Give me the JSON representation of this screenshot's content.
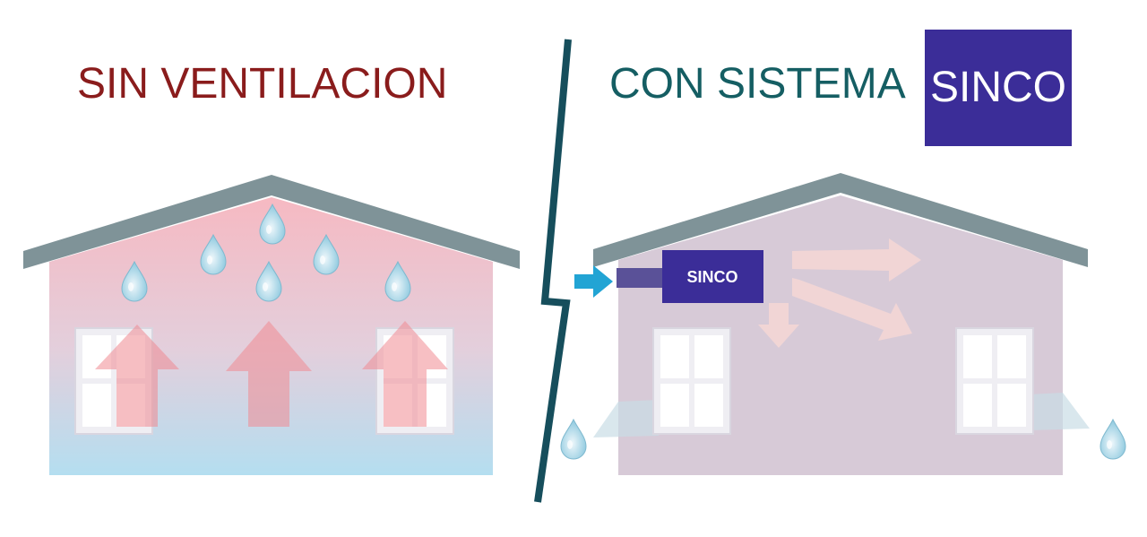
{
  "left_panel": {
    "title": "SIN VENTILACION",
    "title_color": "#8a1c1c"
  },
  "right_panel": {
    "title": "CON SISTEMA",
    "title_color": "#155e63",
    "brand_badge": "SINCO",
    "brand_color": "#3b2d98",
    "unit_label": "SINCO"
  },
  "colors": {
    "roof": "#7f9398",
    "divider": "#164e5c",
    "inlet_arrow": "#22a4d4",
    "drop": "#8cc8de"
  }
}
